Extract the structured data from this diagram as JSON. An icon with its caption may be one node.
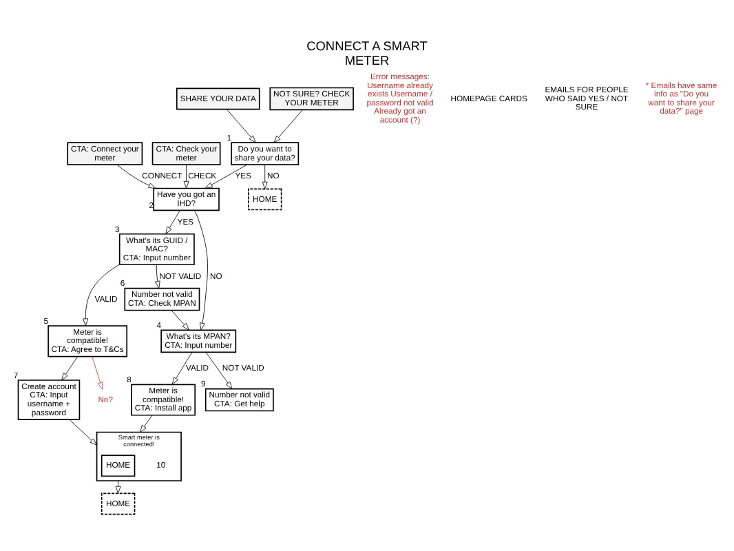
{
  "diagram": {
    "title": "CONNECT A SMART METER",
    "nodes": [
      {
        "text": [
          "HOME"
        ]
      },
      {
        "text": [
          "SHARE YOUR DATA"
        ]
      },
      {
        "text": [
          "NOT SURE? CHECK YOUR METER"
        ]
      },
      {
        "text": [
          "Do you want to share your data?"
        ],
        "beside": [
          "1"
        ]
      },
      {
        "text": [
          "Have you got an IHD?"
        ],
        "beside": [
          "2"
        ]
      },
      {
        "text": [
          "CTA: Connect your meter"
        ]
      },
      {
        "text": [
          "CTA: Check your meter"
        ]
      },
      {
        "text": [
          "What's its GUID / MAC?",
          "CTA: Input number"
        ],
        "beside": [
          "3"
        ]
      },
      {
        "text": [
          "What's its MPAN?",
          "CTA: Input number"
        ],
        "beside": [
          "4"
        ]
      },
      {
        "text": [
          "Meter is compatible!",
          "CTA: Agree to T&Cs"
        ],
        "beside": [
          "5"
        ]
      },
      {
        "text": [
          "Number not valid",
          "CTA: Check MPAN"
        ],
        "beside": [
          "6"
        ]
      },
      {
        "text": [
          "Create account",
          "CTA: Input username + password"
        ],
        "beside": [
          "7"
        ]
      },
      {
        "text": [
          "Meter is compatible!",
          "CTA: Install app"
        ],
        "beside": [
          "8"
        ]
      },
      {
        "text": [
          "Number not valid",
          "CTA: Get help"
        ],
        "beside": [
          "9"
        ]
      },
      {
        "text": [
          "Smart meter is connected!"
        ],
        "beside": [
          "10"
        ]
      },
      {
        "text": [
          "HOME"
        ],
        "in": 14
      },
      {
        "text": [
          "HOME"
        ]
      },
      {
        "text": [
          "No?"
        ]
      }
    ],
    "edges": [
      {
        "from": 1,
        "to": 3,
        "arrow": "to"
      },
      {
        "from": 2,
        "to": 3,
        "arrow": "to"
      },
      {
        "from": 3,
        "to": 0,
        "arrow": "to",
        "label": "NO"
      },
      {
        "from": 3,
        "to": 4,
        "arrow": "to",
        "label": "YES"
      },
      {
        "from": 5,
        "to": 4,
        "arrow": "to",
        "label": "CONNECT"
      },
      {
        "from": 6,
        "to": 4,
        "arrow": "to",
        "label": "CHECK"
      },
      {
        "from": 4,
        "to": 7,
        "arrow": "to",
        "label": "YES"
      },
      {
        "from": 4,
        "to": 8,
        "arrow": "to",
        "label": "NO"
      },
      {
        "from": 7,
        "to": 9,
        "arrow": "to",
        "label": "VALID"
      },
      {
        "from": 7,
        "to": 10,
        "arrow": "to",
        "label": "NOT VALID"
      },
      {
        "from": 10,
        "to": 8,
        "arrow": "to"
      },
      {
        "from": 9,
        "to": 17,
        "arrow": "to",
        "color": "#d03030"
      },
      {
        "from": 9,
        "to": 11,
        "arrow": "to"
      },
      {
        "from": 11,
        "to": 14,
        "arrow": "to"
      },
      {
        "from": 8,
        "to": 12,
        "arrow": "to",
        "label": "VALID"
      },
      {
        "from": 8,
        "to": 13,
        "arrow": "to",
        "label": "NOT VALID"
      },
      {
        "from": 12,
        "to": 14,
        "arrow": "to"
      },
      {
        "from": 14,
        "to": 16,
        "arrow": "to"
      }
    ],
    "labels": [
      "Error messages: Username already exists Username / password not valid Already got an account (?)",
      "HOMEPAGE CARDS",
      "EMAILS FOR PEOPLE WHO SAID YES / NOT SURE",
      "* Emails have same info as \"Do you want to share your data?\" page"
    ]
  }
}
